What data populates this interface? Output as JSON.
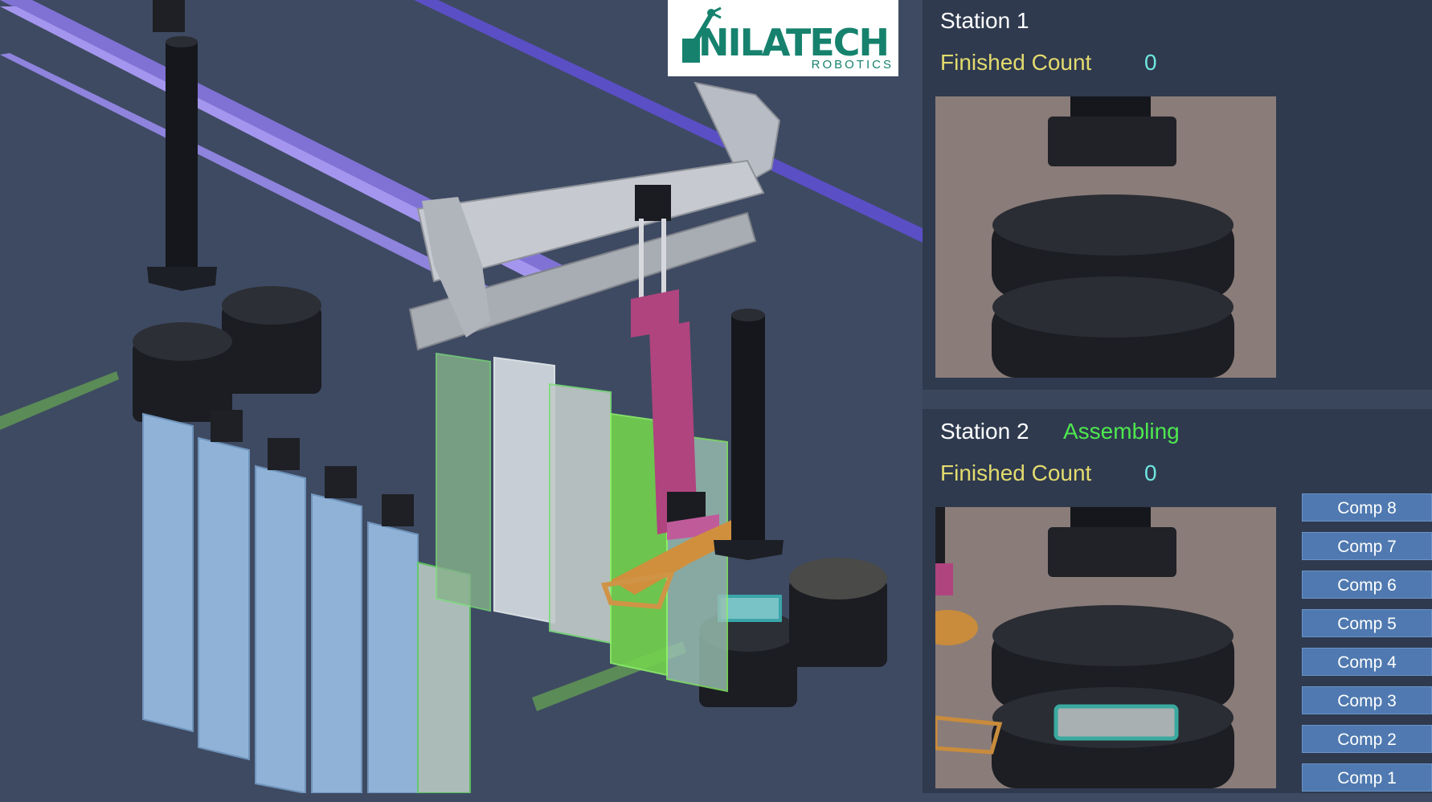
{
  "logo": {
    "brand": "NILATECH",
    "sub": "ROBOTICS"
  },
  "station1": {
    "title": "Station 1",
    "status": "",
    "count_label": "Finished Count",
    "count_value": "0"
  },
  "station2": {
    "title": "Station 2",
    "status": "Assembling",
    "count_label": "Finished Count",
    "count_value": "0"
  },
  "components": [
    {
      "label": "Comp 8"
    },
    {
      "label": "Comp 7"
    },
    {
      "label": "Comp 6"
    },
    {
      "label": "Comp 5"
    },
    {
      "label": "Comp 4"
    },
    {
      "label": "Comp 3"
    },
    {
      "label": "Comp 2"
    },
    {
      "label": "Comp 1"
    }
  ],
  "colors": {
    "background": "#3e4a62",
    "panel": "#2f3a4f",
    "title": "#ffffff",
    "status": "#4ee84e",
    "count_label": "#e3db6e",
    "count_value": "#6fe6e0",
    "button": "#4f79b0",
    "brand": "#16826e"
  }
}
